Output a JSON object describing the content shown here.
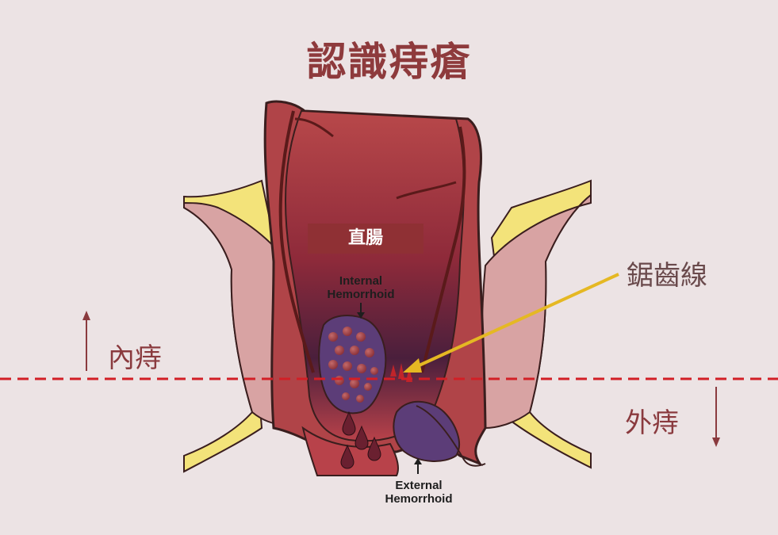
{
  "title": "認識痔瘡",
  "labels": {
    "rectum": "直腸",
    "dentate_line": "鋸齒線",
    "internal_zh": "內痔",
    "external_zh": "外痔",
    "internal_en_line1": "Internal",
    "internal_en_line2": "Hemorrhoid",
    "external_en_line1": "External",
    "external_en_line2": "Hemorrhoid"
  },
  "colors": {
    "background": "#ece3e4",
    "title": "#8e3a3c",
    "dashed_line": "#d21f26",
    "pointer": "#e5b823",
    "fat": "#f3e37a",
    "muscle": "#d8a3a3",
    "rectum_wall": "#b04448",
    "hemorrhoid": "#5c3d78"
  }
}
